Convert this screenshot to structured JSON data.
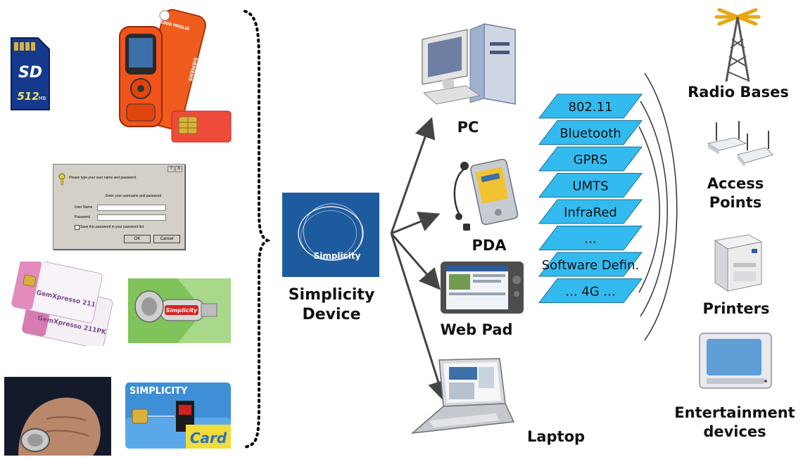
{
  "center": {
    "label_line1": "Simplicity",
    "label_line2": "Device",
    "logo_text": "Simplicity",
    "logo_color": "#1e5b9e"
  },
  "left_items": {
    "sd_card_text": "512",
    "sd_card_unit": "MB",
    "sd_logo": "SD",
    "phone_brand": "SIEMENS",
    "phone_tag": "1000 MIGLIA",
    "login_dialog": {
      "prompt": "Please type your user name and password.",
      "instruction": "Enter your username and password",
      "user_label": "User Name",
      "password_label": "Password",
      "save_label": "Save this password in your password list",
      "ok": "OK",
      "cancel": "Cancel",
      "help_glyph": "?",
      "close_glyph": "X"
    },
    "smartcard_1": "GemXpresso 211",
    "smartcard_2": "GemXpresso 211PK",
    "usb_key_text": "Simplicity",
    "card_title": "SIMPLICITY",
    "card_word": "Card"
  },
  "devices": {
    "pc": "PC",
    "pda": "PDA",
    "webpad": "Web Pad",
    "laptop": "Laptop"
  },
  "layers": [
    "802.11",
    "Bluetooth",
    "GPRS",
    "UMTS",
    "InfraRed",
    "...",
    "Software Defin.",
    "... 4G ..."
  ],
  "layer_color": "#33bbef",
  "right_items": {
    "radio_bases": "Radio Bases",
    "access_points_1": "Access",
    "access_points_2": "Points",
    "printers": "Printers",
    "entertainment_1": "Entertainment",
    "entertainment_2": "devices"
  }
}
